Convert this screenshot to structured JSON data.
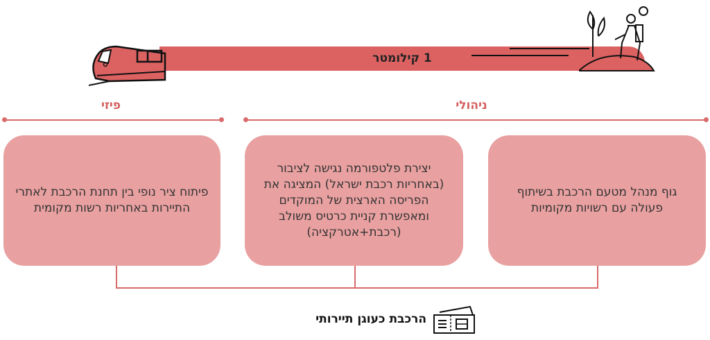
{
  "header": {
    "distance_label": "1 קילומטר"
  },
  "categories": {
    "physical": "פיזי",
    "managerial": "ניהולי"
  },
  "boxes": [
    {
      "text": "פיתוח ציר נופי בין תחנת הרכבת לאתרי התיירות באחריות רשות מקומית"
    },
    {
      "text": "יצירת פלטפורמה נגישה לציבור (באחריות רכבת ישראל) המציגה את הפריסה הארצית של המוקדים ומאפשרת קניית כרטיס משולב (רכבת+אטרקציה)"
    },
    {
      "text": "גוף מנהל מטעם הרכבת בשיתוף פעולה עם רשויות מקומיות"
    }
  ],
  "footer": {
    "title": "הרכבת כעוגן תיירותי"
  },
  "colors": {
    "bar": "#dc6262",
    "box": "#e9a0a0",
    "line": "#d96a6a"
  }
}
